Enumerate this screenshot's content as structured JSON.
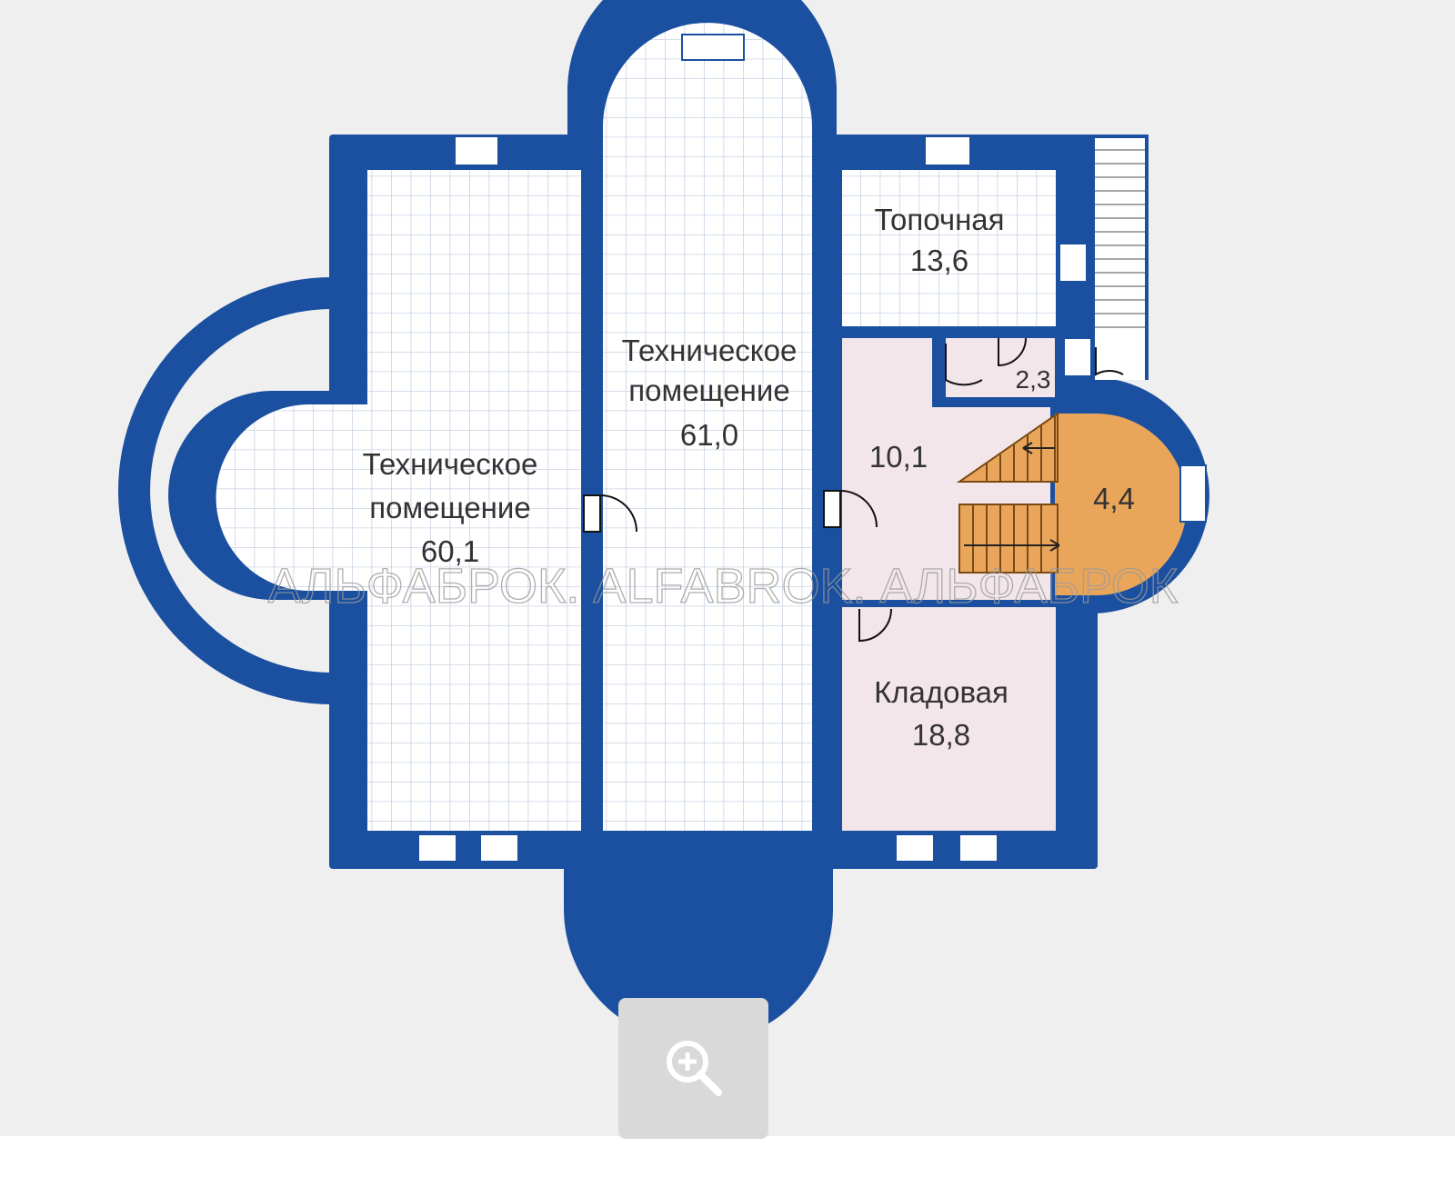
{
  "plan": {
    "rooms": [
      {
        "id": "tech-left",
        "name_lines": [
          "Техническое",
          "помещение"
        ],
        "area": "60,1"
      },
      {
        "id": "tech-center",
        "name_lines": [
          "Техническое",
          "помещение"
        ],
        "area": "61,0"
      },
      {
        "id": "boiler",
        "name_lines": [
          "Топочная"
        ],
        "area": "13,6"
      },
      {
        "id": "hall",
        "name_lines": [],
        "area": "10,1"
      },
      {
        "id": "wc",
        "name_lines": [],
        "area": "2,3"
      },
      {
        "id": "stair",
        "name_lines": [],
        "area": "4,4"
      },
      {
        "id": "storage",
        "name_lines": [
          "Кладовая"
        ],
        "area": "18,8"
      }
    ],
    "watermark": "АЛЬФАБРОК. ALFABROK. АЛЬФАБРОК",
    "colors": {
      "wall": "#1b50a0",
      "grid_floor": "#ffffff",
      "grid_line": "#cfd8e6",
      "pink_floor": "#f3e6ea",
      "stair": "#e9a65b"
    }
  },
  "viewer": {
    "zoom_icon": "zoom-in-icon"
  }
}
